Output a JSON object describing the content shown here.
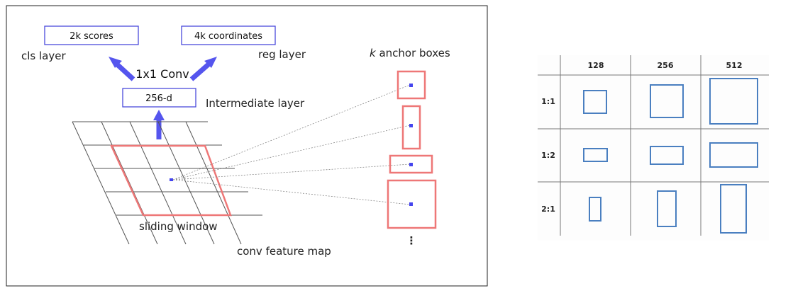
{
  "left_diagram": {
    "cls_scores_box": "2k scores",
    "reg_coords_box": "4k coordinates",
    "cls_layer_label": "cls layer",
    "reg_layer_label": "reg layer",
    "conv_label": "1x1 Conv",
    "intermediate_box": "256-d",
    "intermediate_label": "Intermediate layer",
    "anchor_k": "k",
    "anchor_label": " anchor boxes",
    "sliding_window_label": "sliding window",
    "feature_map_label": "conv feature map",
    "ellipsis": "⋮"
  },
  "anchor_table": {
    "columns": [
      "128",
      "256",
      "512"
    ],
    "rows": [
      "1:1",
      "1:2",
      "2:1"
    ]
  },
  "colors": {
    "box_border": "#4a4adc",
    "arrow": "#5555ee",
    "window": "#ee7777",
    "anchor_rect": "#4a7fc0",
    "grid": "#555555"
  }
}
